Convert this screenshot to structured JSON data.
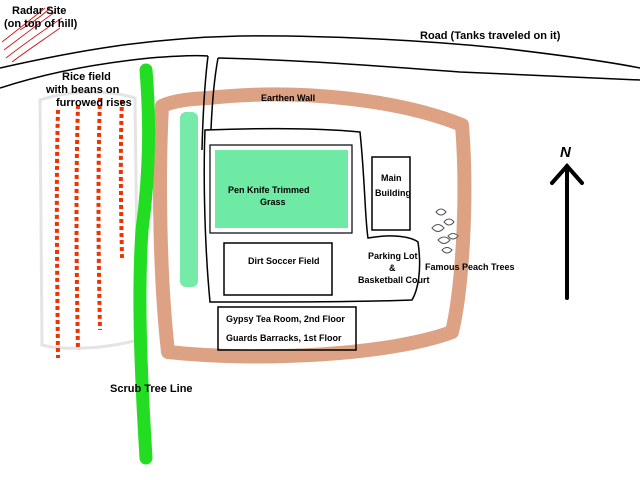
{
  "labels": {
    "radar_site_line1": "Radar Site",
    "radar_site_line2": "(on top of hill)",
    "road": "Road (Tanks traveled on it)",
    "rice_field_line1": "Rice field",
    "rice_field_line2": "with beans on",
    "rice_field_line3": "furrowed rises",
    "earthen_wall": "Earthen Wall",
    "main_building_line1": "Main",
    "main_building_line2": "Building",
    "grass_line1": "Pen Knife Trimmed",
    "grass_line2": "Grass",
    "soccer_field": "Dirt Soccer Field",
    "parking_line1": "Parking Lot",
    "parking_line2": "&",
    "parking_line3": "Basketball Court",
    "peach_trees": "Famous Peach Trees",
    "tea_room": "Gypsy Tea Room, 2nd Floor",
    "barracks": "Guards Barracks, 1st Floor",
    "scrub_tree_line": "Scrub Tree Line",
    "north": "N"
  },
  "colors": {
    "earthen_wall": "#dda283",
    "tree_line": "#22dd22",
    "grass": "#5ee89a",
    "rice_rows": "#ee3300",
    "radar_lines": "#cc2222",
    "ink": "#000000"
  },
  "icons": {
    "north_arrow": "up-arrow",
    "peach_trees": "tree-cluster"
  }
}
